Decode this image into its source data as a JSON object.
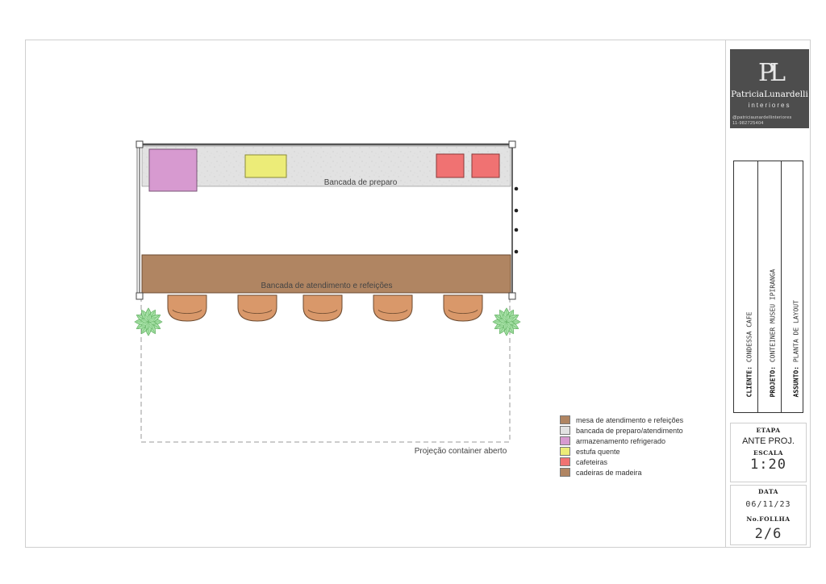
{
  "plan": {
    "labels": {
      "prep_counter": "Bancada de preparo",
      "service_counter": "Bancada de atendimento e refeições",
      "container_projection": "Projeção container aberto"
    },
    "colors": {
      "wood": "#b08562",
      "prep_surface": "#e2e2e2",
      "refrigerated": "#d79ad0",
      "hot_display": "#ecec78",
      "coffee_machine": "#f07272",
      "chairs": "#d9986a",
      "plant": "#9fdc9f"
    }
  },
  "legend": {
    "items": [
      {
        "label": "mesa de atendimento e refeições",
        "color": "#b08562"
      },
      {
        "label": "bancada de preparo/atendimento",
        "color": "#e2e2e2"
      },
      {
        "label": "armazenamento refrigerado",
        "color": "#d79ad0"
      },
      {
        "label": "estufa quente",
        "color": "#ecec78"
      },
      {
        "label": "cafeteiras",
        "color": "#f07272"
      },
      {
        "label": "cadeiras de madeira",
        "color": "#b08562"
      }
    ]
  },
  "title_block": {
    "logo": {
      "mark": "PL",
      "name": "PatriciaLunardelli",
      "sub": "interiores",
      "instagram": "@patriciaunardellinteriores",
      "phone": "11-982725404"
    },
    "info": {
      "client_label": "CLIENTE:",
      "client_value": "CONDESSA CAFE",
      "project_label": "PROJETO:",
      "project_value": "CONTEINER MUSEU IPIRANGA",
      "subject_label": "ASSUNTO:",
      "subject_value": "PLANTA DE LAYOUT"
    },
    "etapa_label": "ETAPA",
    "etapa_value": "ANTE PROJ.",
    "escala_label": "ESCALA",
    "escala_value": "1:20",
    "data_label": "DATA",
    "data_value": "06/11/23",
    "folha_label": "No.FOLLHA",
    "folha_value": "2/6"
  }
}
